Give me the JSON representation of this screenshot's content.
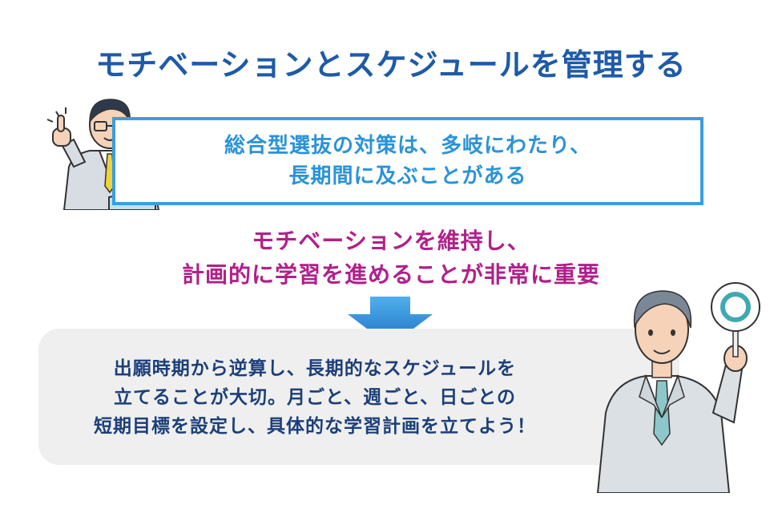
{
  "title": "モチベーションとスケジュールを管理する",
  "problem": {
    "line1": "総合型選抜の対策は、多岐にわたり、",
    "line2": "長期間に及ぶことがある"
  },
  "emphasis": {
    "line1": "モチベーションを維持し、",
    "line2": "計画的に学習を進めることが非常に重要"
  },
  "advice": {
    "line1": "出願時期から逆算し、長期的なスケジュールを",
    "line2": "立てることが大切。月ごと、週ごと、日ごとの",
    "line3": "短期目標を設定し、具体的な学習計画を立てよう！"
  },
  "colors": {
    "title": "#1e5aa8",
    "box_border": "#3a9ee0",
    "emphasis": "#b0208a",
    "advice_text": "#1c3f7a",
    "advice_bg": "#efefef"
  }
}
